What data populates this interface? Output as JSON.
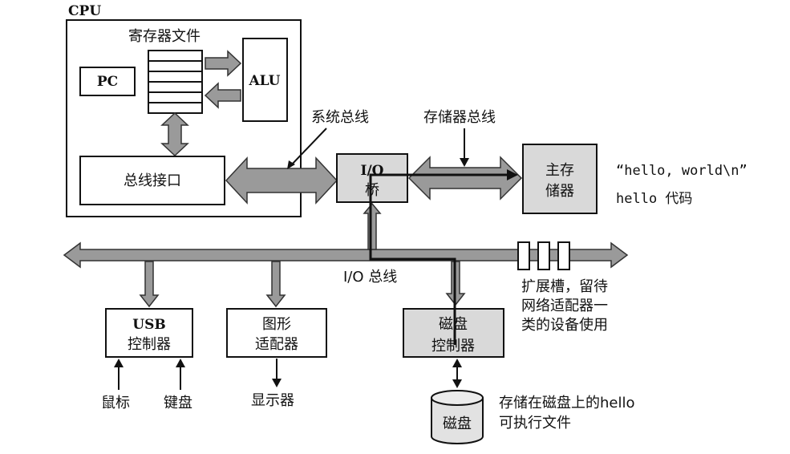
{
  "cpu": {
    "title": "CPU",
    "register_file": "寄存器文件",
    "pc": "PC",
    "alu": "ALU",
    "bus_interface": "总线接口"
  },
  "buses": {
    "system_bus": "系统总线",
    "memory_bus": "存储器总线",
    "io_bus": "I/O 总线"
  },
  "io_bridge": {
    "line1": "I/O",
    "line2": "桥"
  },
  "main_memory": {
    "line1": "主存",
    "line2": "储器"
  },
  "memory_notes": {
    "line1": "“hello, world\\n”",
    "line2": "hello 代码"
  },
  "usb": {
    "line1": "USB",
    "line2": "控制器"
  },
  "graphics": {
    "line1": "图形",
    "line2": "适配器"
  },
  "disk_controller": {
    "line1": "磁盘",
    "line2": "控制器"
  },
  "expansion": {
    "line1": "扩展槽，留待",
    "line2": "网络适配器一",
    "line3": "类的设备使用"
  },
  "devices": {
    "mouse": "鼠标",
    "keyboard": "键盘",
    "display": "显示器",
    "disk": "磁盘"
  },
  "disk_note": {
    "line1": "存储在磁盘上的hello",
    "line2": "可执行文件"
  }
}
